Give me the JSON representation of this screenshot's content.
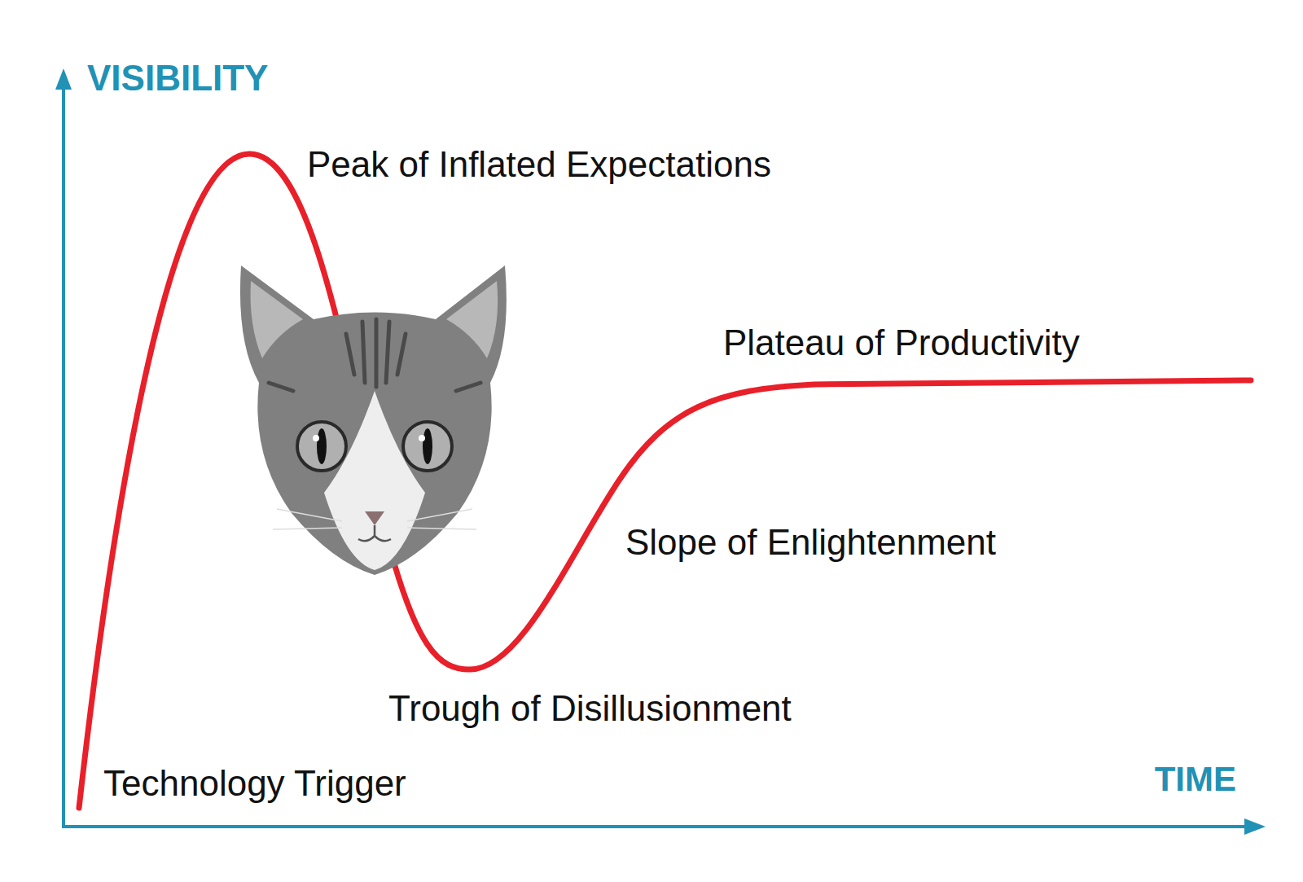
{
  "diagram": {
    "labels": [
      "VISIBILITY",
      "Peak of Inflated Expectations",
      "Plateau of Productivity",
      "Slope of Enlightenment",
      "Trough of Disillusionment",
      "Technology Trigger",
      "TIME"
    ]
  }
}
